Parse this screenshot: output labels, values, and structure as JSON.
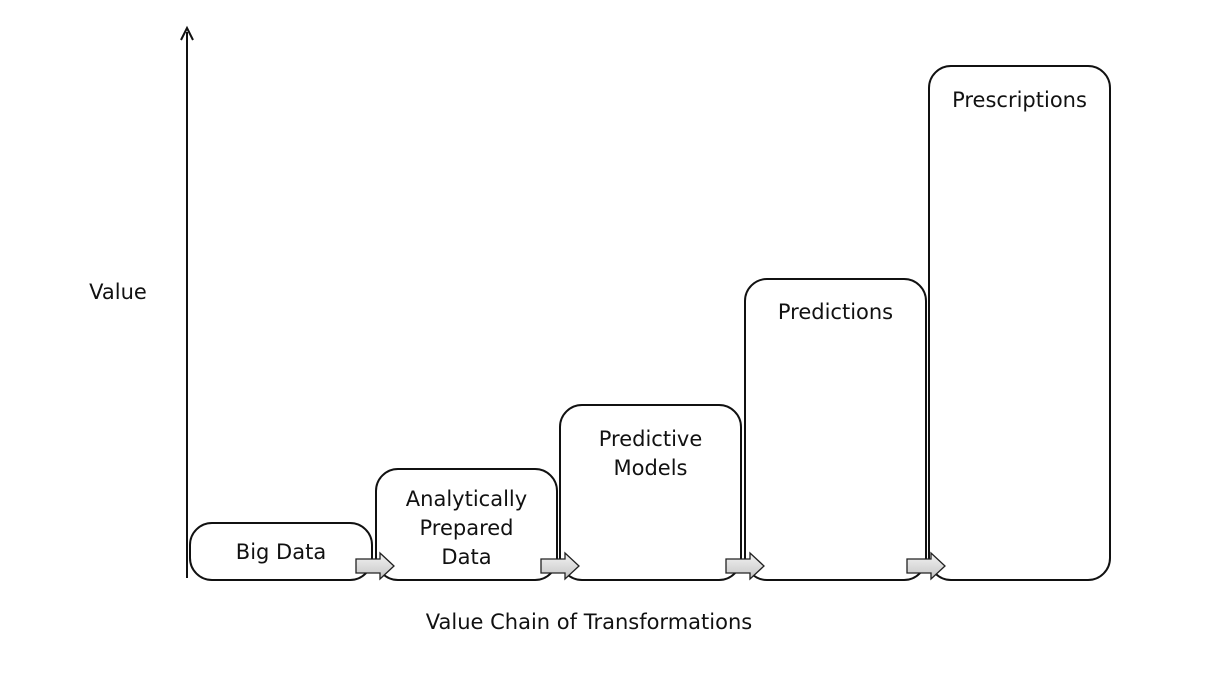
{
  "axis": {
    "y_label": "Value",
    "x_label": "Value Chain of Transformations"
  },
  "stages": [
    {
      "lines": [
        "Big Data"
      ]
    },
    {
      "lines": [
        "Analytically",
        "Prepared",
        "Data"
      ]
    },
    {
      "lines": [
        "Predictive",
        "Models"
      ]
    },
    {
      "lines": [
        "Predictions"
      ]
    },
    {
      "lines": [
        "Prescriptions"
      ]
    }
  ],
  "colors": {
    "stroke": "#111111",
    "arrow_fill": "#d8d8d8"
  }
}
